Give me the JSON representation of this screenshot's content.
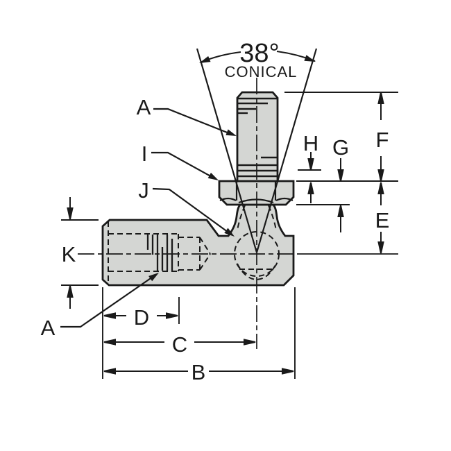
{
  "drawing": {
    "cone_angle": "38°",
    "cone_note": "CONICAL",
    "callouts": {
      "stud_thread": "A",
      "washer": "I",
      "seal": "J",
      "bore_thread": "A"
    },
    "dimensions": {
      "body_height": "K",
      "thread_depth": "D",
      "center_to_end": "C",
      "overall_length": "B",
      "stud_length": "F",
      "exposed_shank": "H",
      "hex_height": "G",
      "center_to_shoulder": "E"
    },
    "colors": {
      "part_fill": "#d4d6d3",
      "line": "#1a1a1a",
      "background": "#ffffff"
    }
  }
}
